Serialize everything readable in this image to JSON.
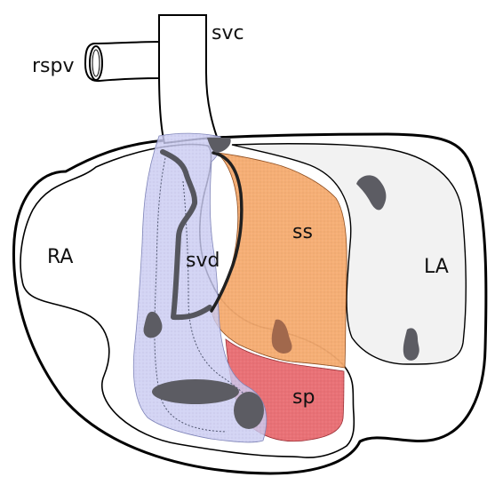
{
  "labels": {
    "svc": "svc",
    "rspv": "rspv",
    "ra": "RA",
    "svd": "svd",
    "ss": "ss",
    "la": "LA",
    "sp": "sp"
  },
  "colors": {
    "background": "#ffffff",
    "outline": "#000000",
    "thin_outline": "#333333",
    "la_fill": "#f2f2f2",
    "ra_fill": "#ffffff",
    "svd_overlay": "#c9cbf2",
    "septum_secundum": "#f4aa6e",
    "septum_primum": "#e8696f",
    "dark_marks": "#5c5c63",
    "brown_mark": "#a1684c"
  }
}
